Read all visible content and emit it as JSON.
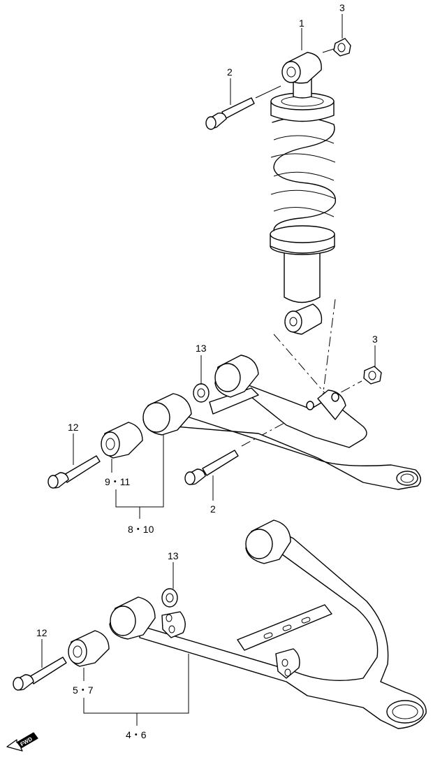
{
  "callouts": {
    "c1": "1",
    "c2_top": "2",
    "c3_top": "3",
    "c3_mid": "3",
    "c13_upper": "13",
    "c12_upper": "12",
    "c9_11": "9・11",
    "c2_mid": "2",
    "c8_10": "8・10",
    "c13_lower": "13",
    "c12_lower": "12",
    "c5_7": "5・7",
    "c4_6": "4・6"
  },
  "fwd_label": "FWD",
  "colors": {
    "ink": "#000000",
    "paper": "#ffffff"
  },
  "icons": [
    "front-direction-arrow-icon"
  ]
}
